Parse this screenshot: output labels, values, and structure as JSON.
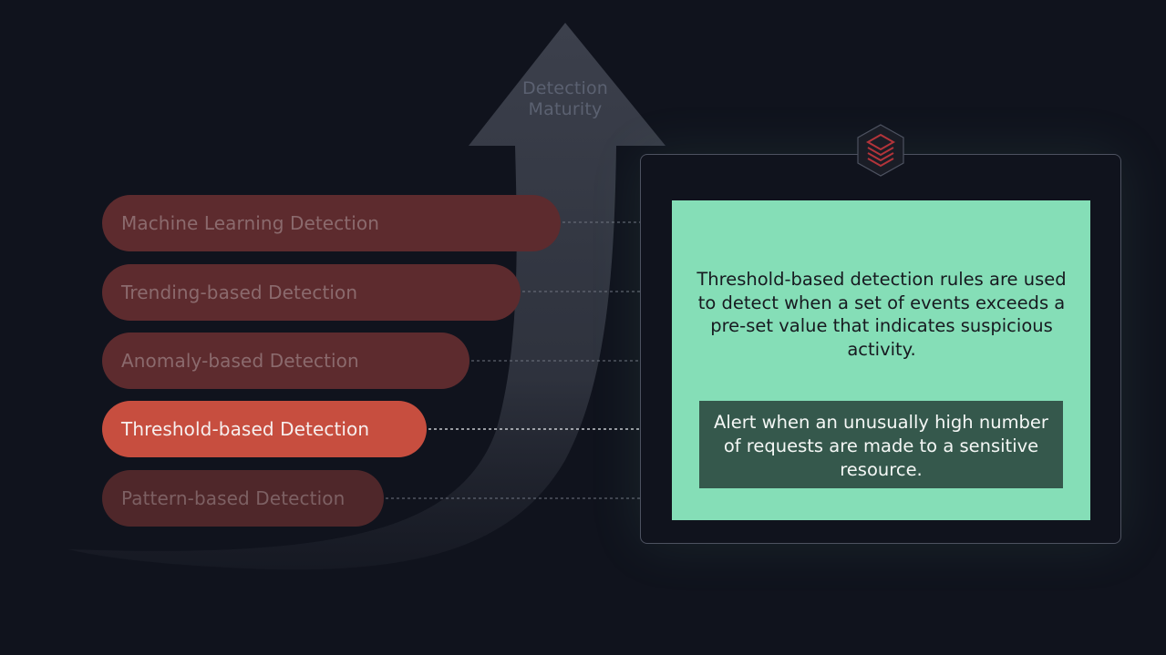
{
  "arrow": {
    "label_line1": "Detection",
    "label_line2": "Maturity"
  },
  "levels": [
    {
      "label": "Machine Learning Detection",
      "active": false
    },
    {
      "label": "Trending-based Detection",
      "active": false
    },
    {
      "label": "Anomaly-based Detection",
      "active": false
    },
    {
      "label": "Threshold-based Detection",
      "active": true
    },
    {
      "label": "Pattern-based Detection",
      "active": false
    }
  ],
  "detail": {
    "description": "Threshold-based detection rules are used to detect when a set of events exceeds a pre-set value that indicates suspicious activity.",
    "example": "Alert when an unusually high number of requests are made to a sensitive resource."
  },
  "badge": {
    "icon": "layers-stack-icon"
  },
  "colors": {
    "background": "#10131d",
    "pill_dim": "#5d2b2e",
    "pill_active": "#c74e3f",
    "card": "#85deb7",
    "example_box": "#35584c",
    "arrow": "#383c48",
    "badge_accent": "#b3343a"
  }
}
